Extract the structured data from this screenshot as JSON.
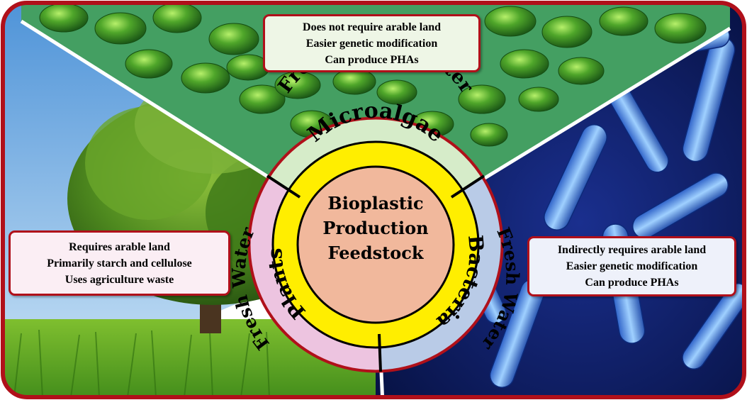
{
  "center": {
    "lines": [
      "Bioplastic",
      "Production",
      "Feedstock"
    ]
  },
  "segments": {
    "microalgae": "Microalgae",
    "plants": "Plants",
    "bacteria": "Bacteria"
  },
  "rings": {
    "top": "Fresh or Salt Water",
    "left": "Fresh Water",
    "right": "Fresh Water"
  },
  "boxes": {
    "microalgae": [
      "Does not require arable land",
      "Easier genetic modification",
      "Can produce PHAs"
    ],
    "plants": [
      "Requires arable land",
      "Primarily starch and cellulose",
      "Uses agriculture waste"
    ],
    "bacteria": [
      "Indirectly requires arable land",
      "Easier genetic modification",
      "Can produce PHAs"
    ]
  },
  "colors": {
    "frame": "#b0101a",
    "inner_ring": "#ffee00",
    "center_fill": "#f1b89c",
    "ring_top": "#d6ecc9",
    "ring_left": "#edc4e0",
    "ring_right": "#b9cbe7"
  }
}
